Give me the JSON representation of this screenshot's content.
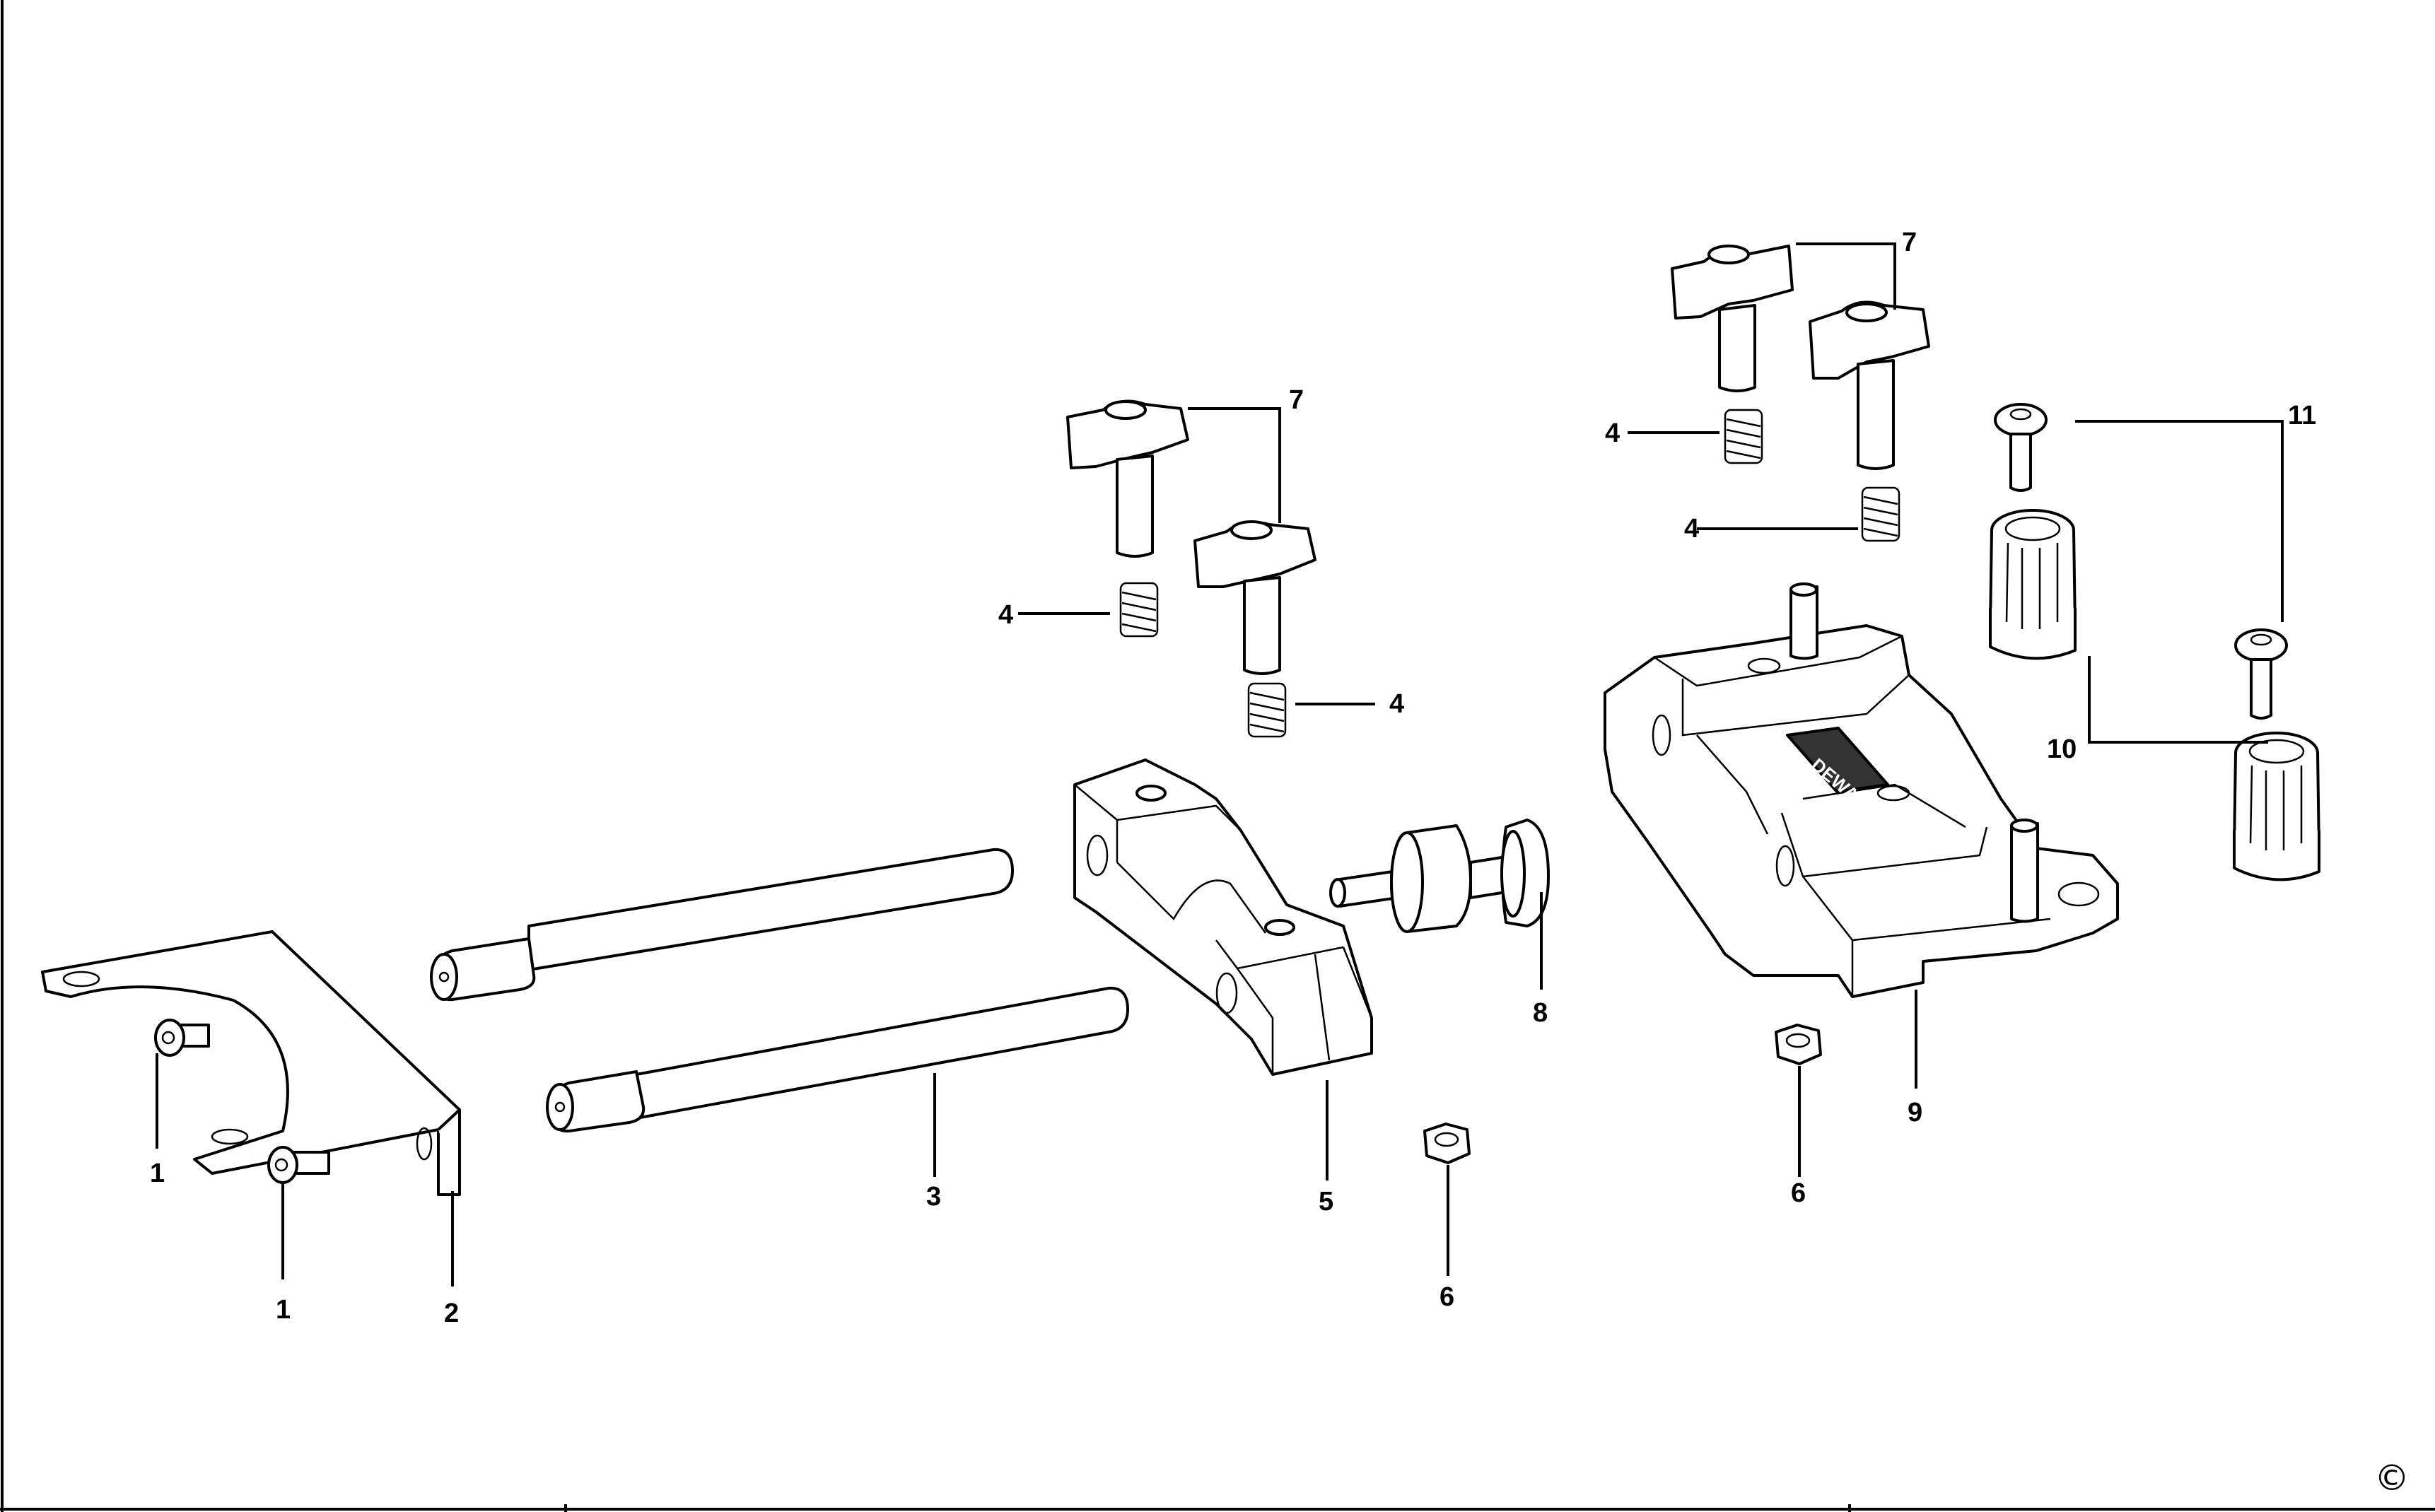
{
  "callouts": [
    {
      "id": "c1a",
      "text": "1"
    },
    {
      "id": "c1b",
      "text": "1"
    },
    {
      "id": "c2",
      "text": "2"
    },
    {
      "id": "c3",
      "text": "3"
    },
    {
      "id": "c4a",
      "text": "4"
    },
    {
      "id": "c4b",
      "text": "4"
    },
    {
      "id": "c4c",
      "text": "4"
    },
    {
      "id": "c4d",
      "text": "4"
    },
    {
      "id": "c5",
      "text": "5"
    },
    {
      "id": "c6a",
      "text": "6"
    },
    {
      "id": "c6b",
      "text": "6"
    },
    {
      "id": "c7a",
      "text": "7"
    },
    {
      "id": "c7b",
      "text": "7"
    },
    {
      "id": "c8",
      "text": "8"
    },
    {
      "id": "c9",
      "text": "9"
    },
    {
      "id": "c10",
      "text": "10"
    },
    {
      "id": "c11",
      "text": "11"
    }
  ],
  "copyright_symbol": "©",
  "brand_mark": "DEWALT"
}
